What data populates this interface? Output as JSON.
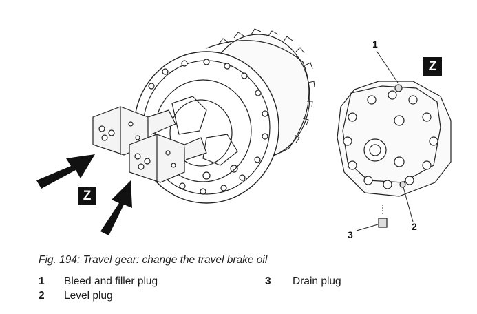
{
  "figure": {
    "view_badge": "Z",
    "callouts": [
      "1",
      "2",
      "3"
    ]
  },
  "caption": "Fig. 194: Travel gear: change the travel brake oil",
  "legend": [
    {
      "num": "1",
      "text": "Bleed and filler plug"
    },
    {
      "num": "2",
      "text": "Level plug"
    },
    {
      "num": "3",
      "text": "Drain plug"
    }
  ],
  "colors": {
    "ink": "#1a1a1a",
    "badge_bg": "#111111",
    "badge_fg": "#ffffff"
  }
}
